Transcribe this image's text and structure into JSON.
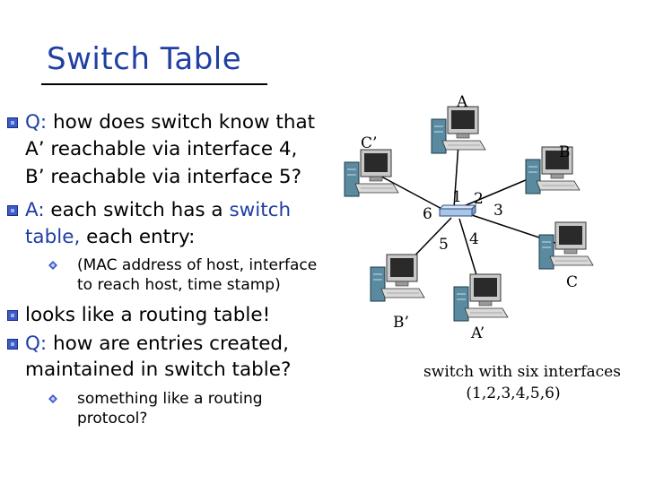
{
  "title": "Switch Table",
  "bullets": {
    "q1": {
      "prefix": "Q:",
      "lines": [
        "how does switch know that",
        "A’ reachable via interface 4,",
        "B’ reachable via interface 5?"
      ]
    },
    "a1": {
      "prefix": "A:",
      "lines": [
        "each switch has a",
        "switch",
        "table,",
        "each entry:"
      ]
    },
    "sub1": {
      "lines": [
        "(MAC address of host, interface",
        "to reach host, time stamp)"
      ]
    },
    "b3": {
      "lines": [
        "looks like a routing table!"
      ]
    },
    "q2": {
      "prefix": "Q:",
      "lines": [
        "how are entries created,",
        "maintained in switch table?"
      ]
    },
    "sub2": {
      "lines": [
        "something like a routing",
        "protocol?"
      ]
    }
  },
  "diagram": {
    "hosts": {
      "A": "A",
      "B": "B",
      "C": "C",
      "A_prime": "A’",
      "B_prime": "B’",
      "C_prime": "C’"
    },
    "ports": [
      "1",
      "2",
      "3",
      "4",
      "5",
      "6"
    ],
    "caption_line1": "switch with six interfaces",
    "caption_line2": "(1,2,3,4,5,6)"
  },
  "colors": {
    "title": "#1f3fa3",
    "highlight": "#1f3fa3",
    "bullet": "#3d5bc9",
    "monitor_body": "#c9c9c9",
    "screen": "#2a2a2a",
    "tower": "#5a8aa0",
    "switch_body": "#a9c6ea"
  },
  "icons": [
    "checkbox-bullet-icon",
    "diamond-bullet-icon",
    "computer-icon",
    "switch-icon"
  ]
}
